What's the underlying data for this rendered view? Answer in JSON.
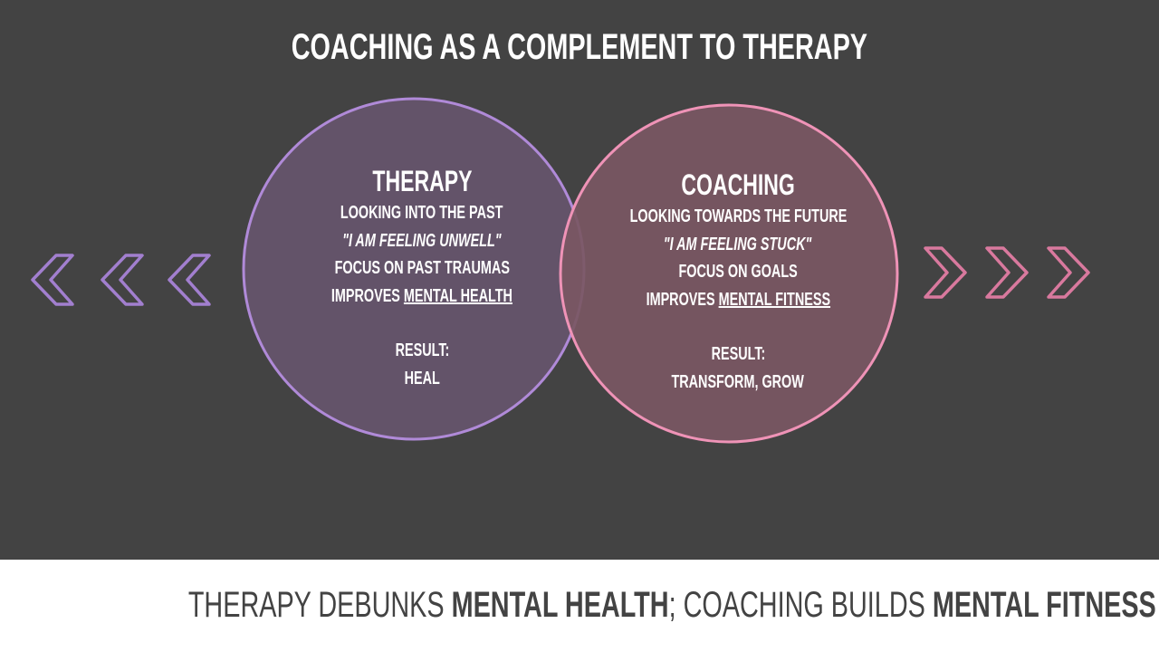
{
  "title": "COACHING AS A COMPLEMENT TO THERAPY",
  "colors": {
    "background": "#434343",
    "therapy_fill": "#635369",
    "therapy_stroke": "#b08ad8",
    "coaching_fill": "#7a5763",
    "coaching_stroke": "#ef93b7",
    "left_arrow": "#a27fcf",
    "right_arrow": "#d9799e"
  },
  "therapy": {
    "heading": "THERAPY",
    "line1": "LOOKING INTO THE PAST",
    "line2": "\"I AM FEELING UNWELL\"",
    "line3": "FOCUS ON PAST TRAUMAS",
    "line4_prefix": "IMPROVES ",
    "line4_link": "MENTAL HEALTH",
    "result_label": "RESULT:",
    "result_value": "HEAL"
  },
  "coaching": {
    "heading": "COACHING",
    "line1": "LOOKING TOWARDS THE FUTURE",
    "line2": "\"I AM FEELING STUCK\"",
    "line3": "FOCUS ON GOALS",
    "line4_prefix": "IMPROVES ",
    "line4_link": "MENTAL FITNESS",
    "result_label": "RESULT:",
    "result_value": "TRANSFORM, GROW"
  },
  "icons": {
    "left": "chevron-left-icon",
    "right": "chevron-right-icon"
  },
  "footer": {
    "part1": "THERAPY DEBUNKS ",
    "part2": "MENTAL HEALTH",
    "part3": "; COACHING BUILDS ",
    "part4": "MENTAL FITNESS"
  }
}
